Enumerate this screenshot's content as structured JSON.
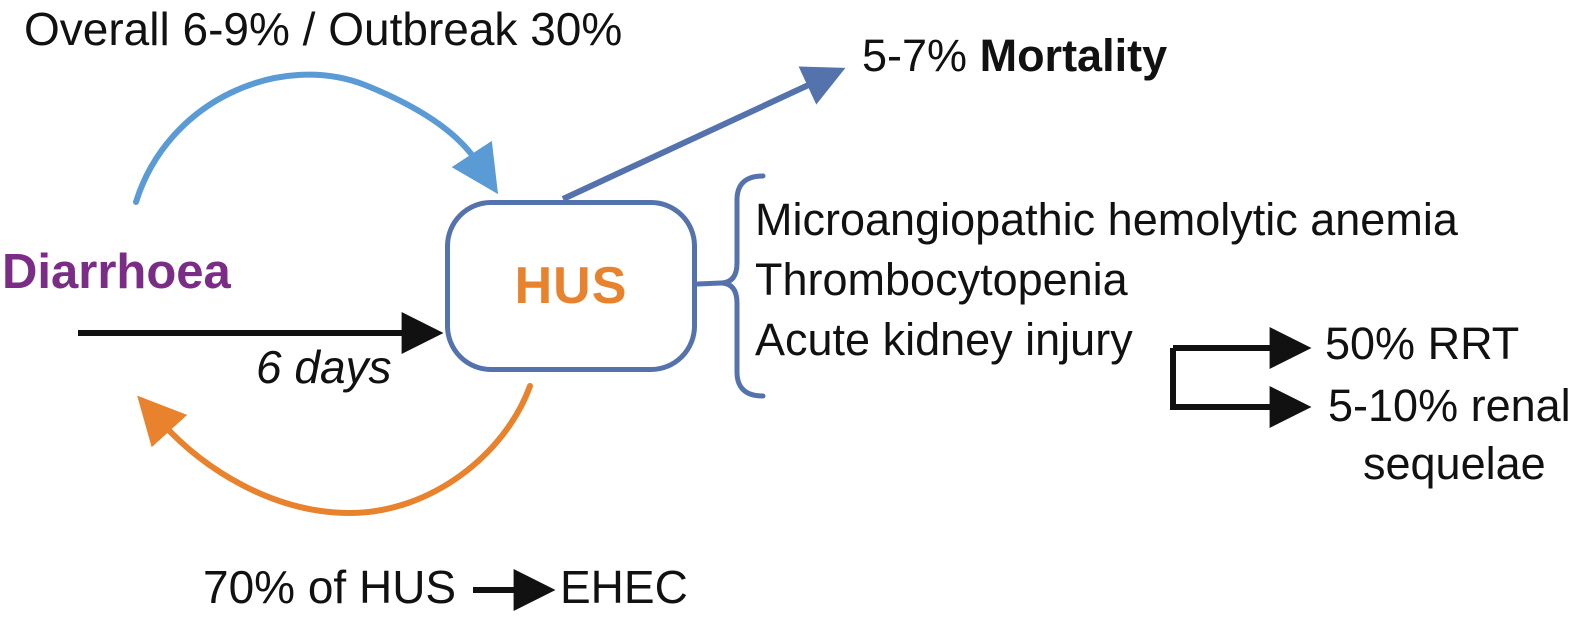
{
  "colors": {
    "ink": "#111111",
    "purple": "#7B2C86",
    "orange": "#E8822D",
    "blue_light": "#5B9BD5",
    "blue_dark": "#5472AC"
  },
  "labels": {
    "incidence": "Overall 6-9% / Outbreak 30%",
    "diarrhoea": "Diarrhoea",
    "interval": "6 days",
    "hus": "HUS",
    "mortality_value": "5-7%",
    "mortality_word": "Mortality"
  },
  "hus_triad": [
    "Microangiopathic hemolytic anemia",
    "Thrombocytopenia",
    "Acute kidney injury"
  ],
  "aki_outcomes": {
    "rrt": "50% RRT",
    "renal_line1": "5-10% renal",
    "renal_line2": "sequelae"
  },
  "recurrence": {
    "prefix": "70% of HUS",
    "target": "EHEC"
  }
}
